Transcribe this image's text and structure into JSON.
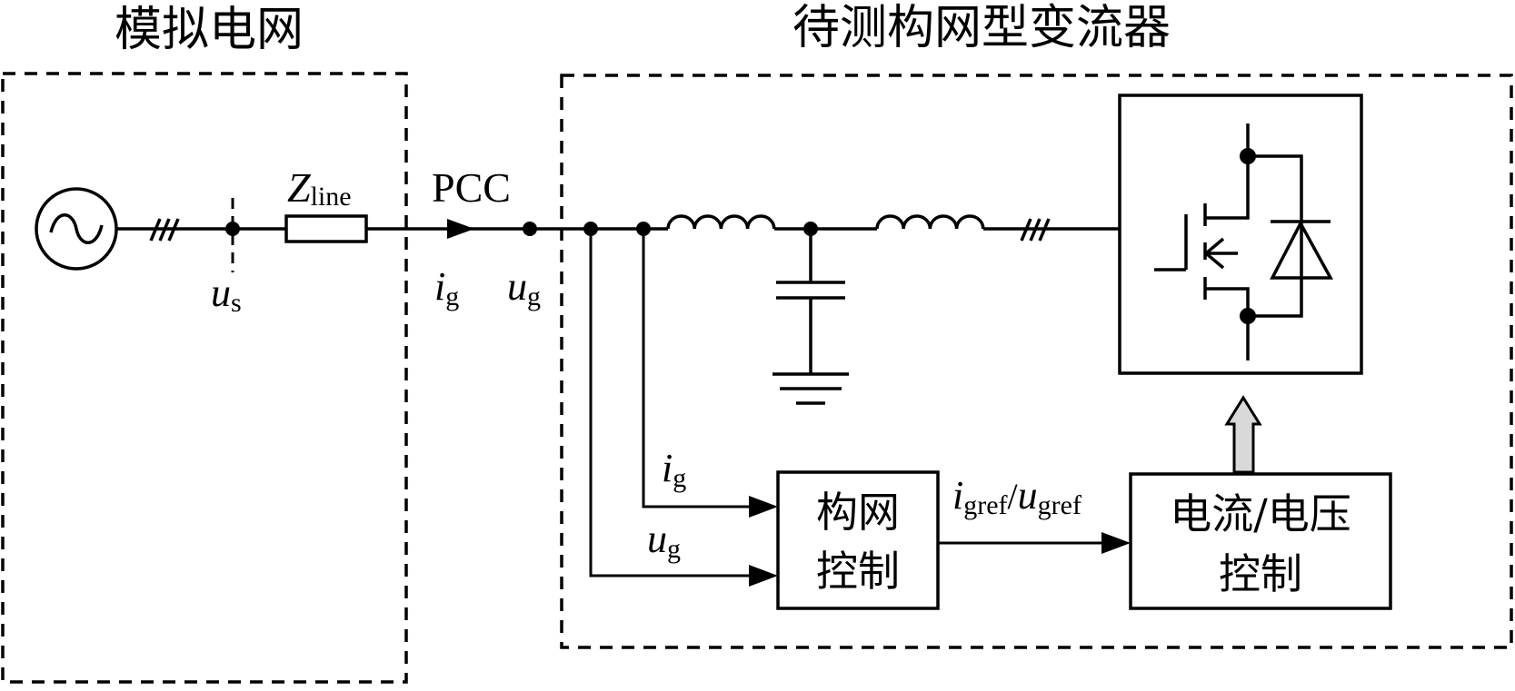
{
  "regions": {
    "grid": {
      "title": "模拟电网"
    },
    "converter": {
      "title": "待测构网型变流器"
    }
  },
  "labels": {
    "zline_main": "Z",
    "zline_sub": "line",
    "pcc": "PCC",
    "us_main": "u",
    "us_sub": "s",
    "ig_main": "i",
    "ig_sub": "g",
    "ug_main": "u",
    "ug_sub": "g",
    "ref_i_main": "i",
    "ref_i_sub": "gref",
    "ref_slash": "/",
    "ref_u_main": "u",
    "ref_u_sub": "gref"
  },
  "blocks": {
    "gfm_control": {
      "line1": "构网",
      "line2": "控制"
    },
    "cv_control": {
      "line1": "电流/电压",
      "line2": "控制"
    }
  },
  "components": [
    "ac-source",
    "three-phase-marker",
    "line-impedance",
    "filter-inductor-1",
    "filter-capacitor",
    "ground",
    "filter-inductor-2",
    "igbt-with-diode"
  ],
  "colors": {
    "line": "#000000",
    "arrow_fill": "#d9d9d9",
    "background": "#ffffff"
  }
}
